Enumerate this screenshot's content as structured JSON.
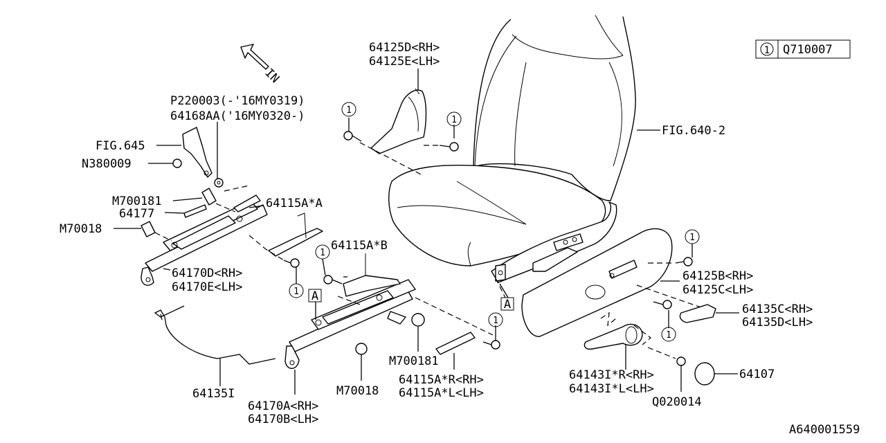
{
  "legend": {
    "ref_number": "1",
    "part_code": "Q710007"
  },
  "direction_label": "IN",
  "figure_id": "A640001559",
  "labels": {
    "p64125d": "64125D<RH>",
    "p64125e": "64125E<LH>",
    "p220003": "P220003(-'16MY0319)",
    "p64168aa": "64168AA('16MY0320-)",
    "fig645": "FIG.645",
    "n380009": "N380009",
    "m700181_top": "M700181",
    "p64177": "64177",
    "p64115a_a": "64115A*A",
    "m70018_top": "M70018",
    "p64170d": "64170D<RH>",
    "p64170e": "64170E<LH>",
    "p64115a_b": "64115A*B",
    "box_a1": "A",
    "box_a2": "A",
    "fig640_2": "FIG.640-2",
    "p64125b": "64125B<RH>",
    "p64125c": "64125C<LH>",
    "p64135c": "64135C<RH>",
    "p64135d": "64135D<LH>",
    "m700181_bot": "M700181",
    "p64115a_r": "64115A*R<RH>",
    "p64115a_l": "64115A*L<LH>",
    "m70018_bot": "M70018",
    "p64135i": "64135I",
    "p64170a": "64170A<RH>",
    "p64170b": "64170B<LH>",
    "p64143i_r": "64143I*R<RH>",
    "p64143i_l": "64143I*L<LH>",
    "q020014": "Q020014",
    "p64107": "64107"
  },
  "circle_refs": [
    "1",
    "1",
    "1",
    "1",
    "1",
    "1",
    "1"
  ]
}
